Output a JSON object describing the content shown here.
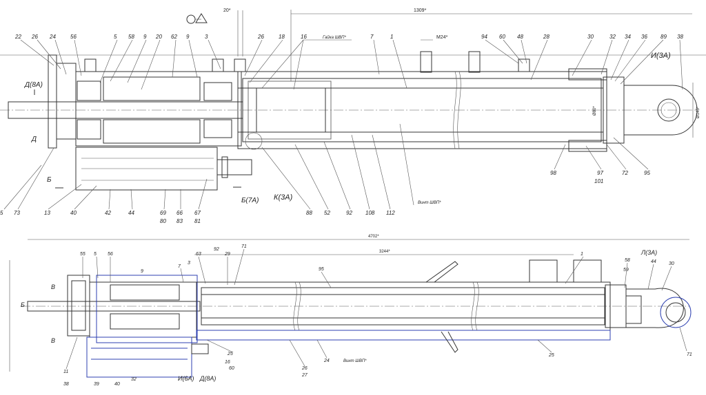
{
  "top_view": {
    "callouts": [
      "22",
      "26",
      "24",
      "56",
      "5",
      "58",
      "9",
      "20",
      "62",
      "9",
      "3",
      "26",
      "18",
      "16",
      "7",
      "1",
      "94",
      "60",
      "48",
      "28",
      "30",
      "32",
      "34",
      "36",
      "89",
      "38"
    ],
    "bottom_callouts": [
      "5",
      "73",
      "13",
      "40",
      "42",
      "44",
      "69",
      "66",
      "67",
      "80",
      "83",
      "81",
      "88",
      "52",
      "92",
      "108",
      "112",
      "98",
      "97",
      "101",
      "72",
      "95"
    ],
    "section_labels": [
      "Д(8А)",
      "Д",
      "Б",
      "Б(7А)",
      "К(3А)",
      "И(3А)"
    ],
    "dimensions": [
      "20*",
      "1309*",
      "M24*",
      "Ø80*",
      "Ø145*"
    ],
    "notes": [
      "Гайка ШВП*",
      "Винт ШВП*"
    ]
  },
  "bottom_view": {
    "callouts": [
      "55",
      "5",
      "56",
      "9",
      "7",
      "3",
      "63",
      "92",
      "71",
      "29",
      "95",
      "1",
      "58",
      "59",
      "44",
      "30"
    ],
    "bottom_callouts": [
      "11",
      "38",
      "39",
      "40",
      "32",
      "25",
      "60",
      "16",
      "26",
      "27",
      "24",
      "25",
      "71"
    ],
    "section_labels": [
      "В",
      "Б",
      "В",
      "И(6А)",
      "Д(8А)",
      "Л(3А)"
    ],
    "dimensions": [
      "4702*",
      "3244*"
    ],
    "notes": [
      "Винт ШВП*"
    ]
  }
}
